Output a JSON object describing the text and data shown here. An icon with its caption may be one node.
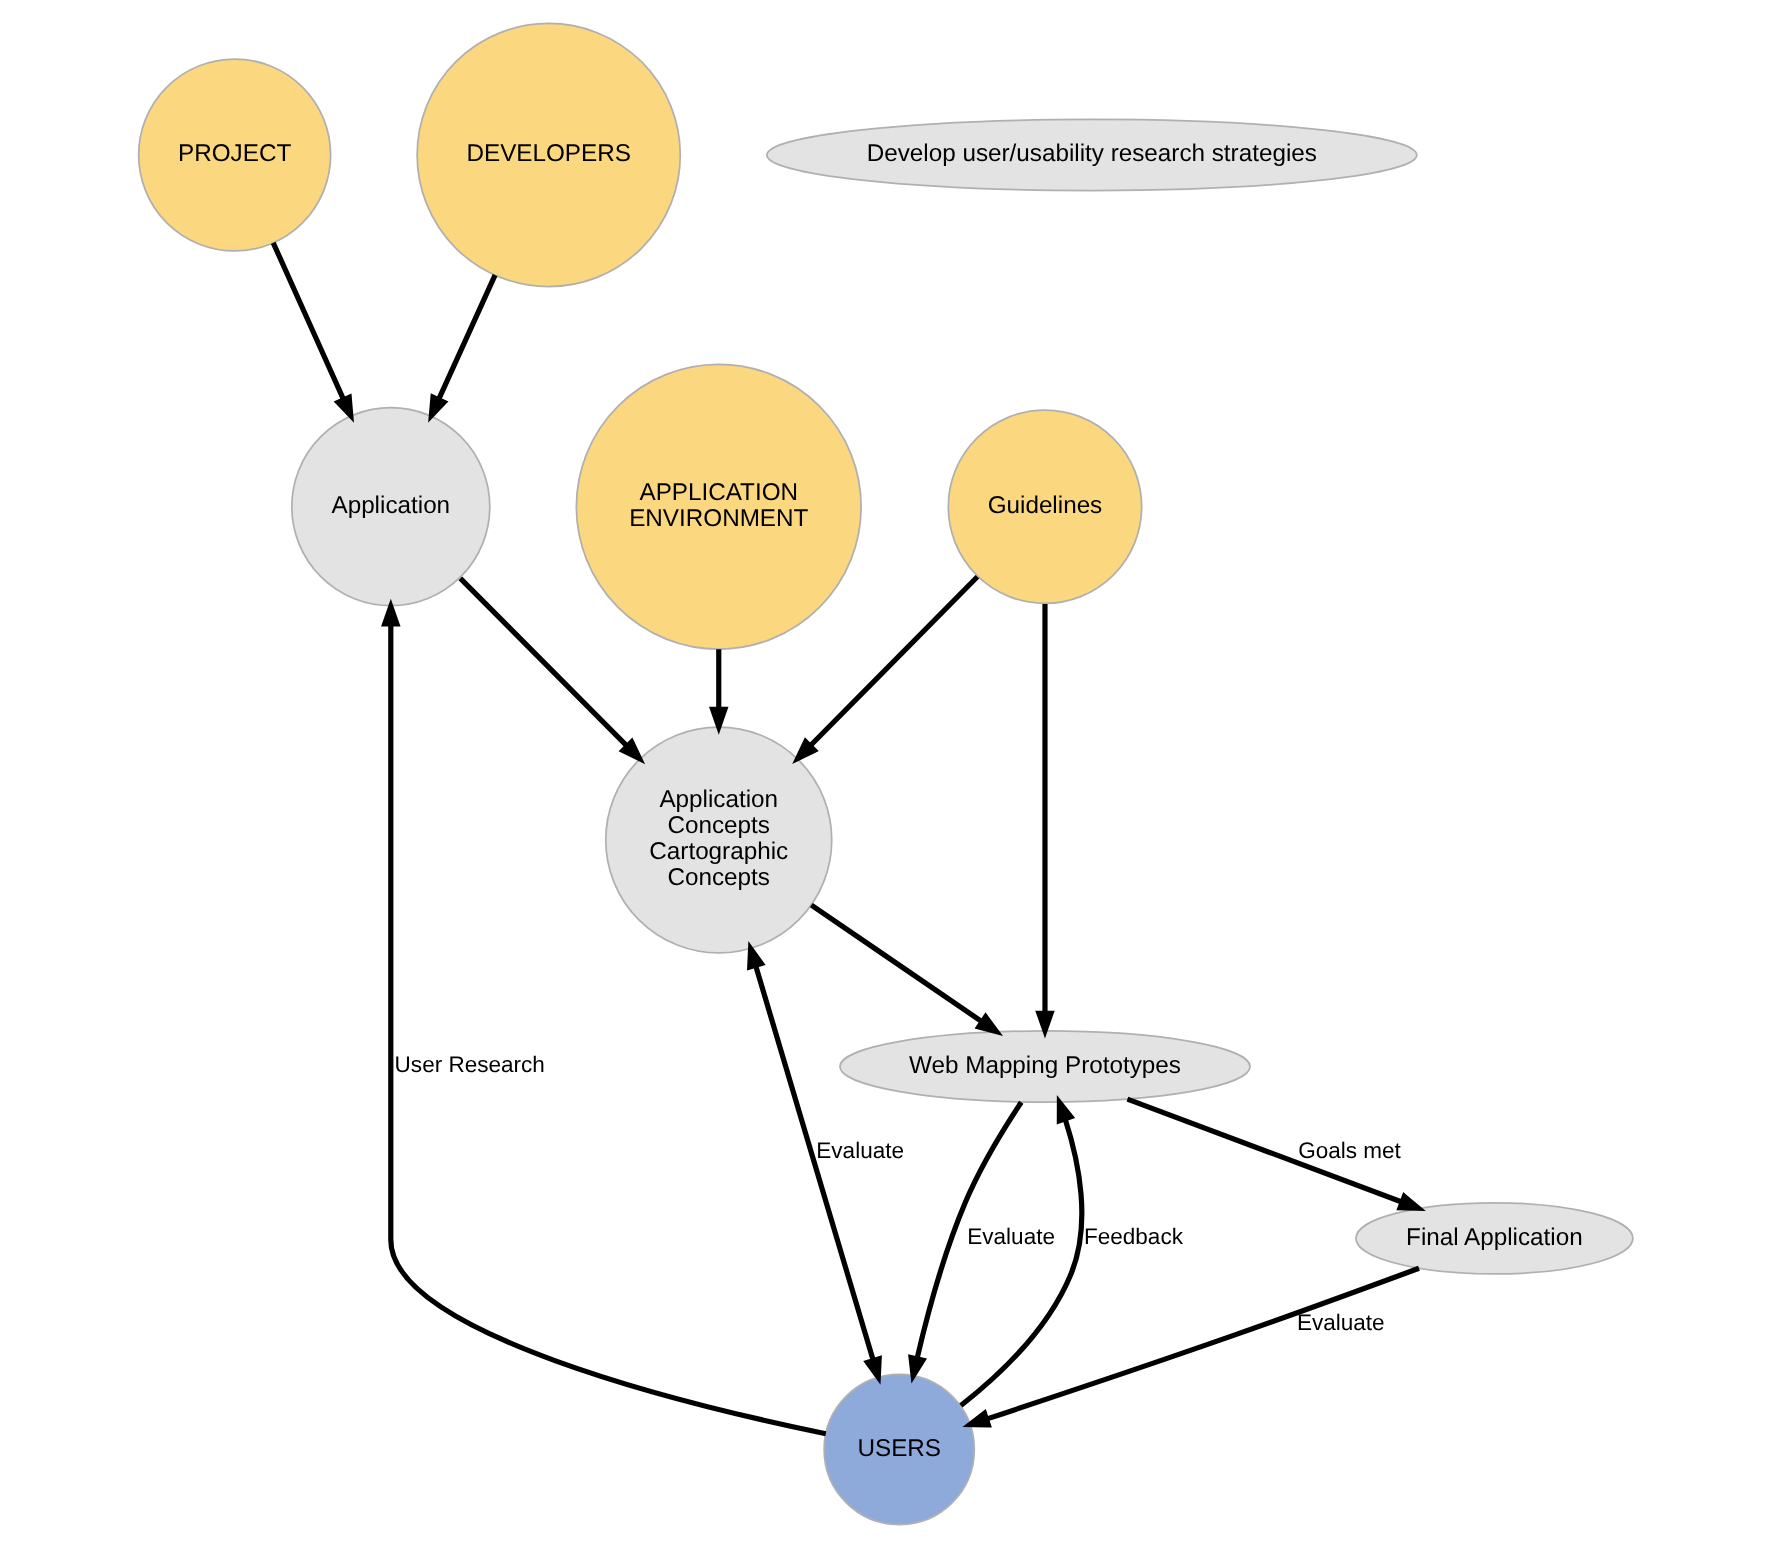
{
  "diagram": {
    "nodes": [
      {
        "text": [
          "PROJECT"
        ]
      },
      {
        "text": [
          "DEVELOPERS"
        ]
      },
      {
        "text": [
          "Develop user/usability research strategies"
        ]
      },
      {
        "text": [
          "Application"
        ]
      },
      {
        "text": [
          "APPLICATION ENVIRONMENT"
        ]
      },
      {
        "text": [
          "Application Concepts",
          "Cartographic Concepts"
        ]
      },
      {
        "text": [
          "USERS"
        ]
      },
      {
        "text": [
          "Guidelines"
        ]
      },
      {
        "text": [
          "Web Mapping Prototypes"
        ]
      },
      {
        "text": [
          "Final Application"
        ]
      }
    ],
    "edges": [
      {
        "from": 0,
        "to": 3,
        "arrow": "to"
      },
      {
        "from": 1,
        "to": 3,
        "arrow": "to"
      },
      {
        "from": 3,
        "to": 5,
        "arrow": "to"
      },
      {
        "from": 4,
        "to": 5,
        "arrow": "to"
      },
      {
        "from": 6,
        "to": 3,
        "arrow": "to",
        "label": "User Research"
      },
      {
        "from": 6,
        "to": 5,
        "arrow": "both",
        "label": "Evaluate"
      },
      {
        "from": 7,
        "to": 5,
        "arrow": "to"
      },
      {
        "from": 5,
        "to": 8,
        "arrow": "to"
      },
      {
        "from": 7,
        "to": 8,
        "arrow": "to"
      },
      {
        "from": 8,
        "to": 6,
        "arrow": "to",
        "label": "Evaluate"
      },
      {
        "from": 6,
        "to": 8,
        "arrow": "to",
        "label": "Feedback"
      },
      {
        "from": 9,
        "to": 6,
        "arrow": "to",
        "label": "Evaluate"
      },
      {
        "from": 8,
        "to": 9,
        "arrow": "to",
        "label": "Goals met"
      }
    ]
  }
}
